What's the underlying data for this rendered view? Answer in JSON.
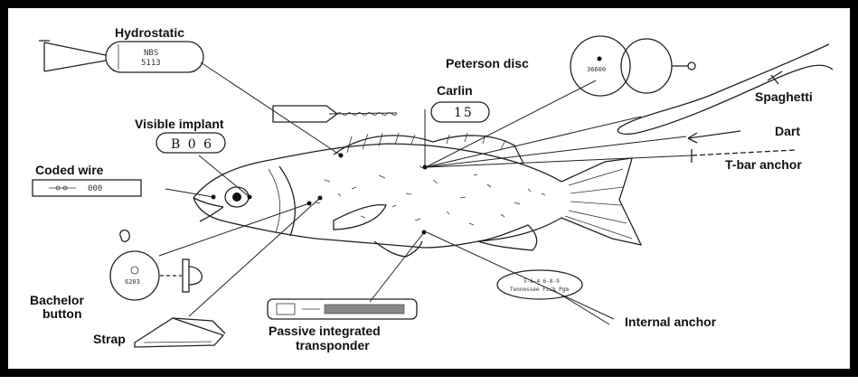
{
  "labels": {
    "hydrostatic": "Hydrostatic",
    "peterson_disc": "Peterson disc",
    "carlin": "Carlin",
    "spaghetti": "Spaghetti",
    "visible_implant": "Visible implant",
    "dart": "Dart",
    "t_bar_anchor": "T-bar anchor",
    "coded_wire": "Coded wire",
    "bachelor_button_line1": "Bachelor",
    "bachelor_button_line2": "button",
    "passive_line1": "Passive integrated",
    "passive_line2": "transponder",
    "internal_anchor": "Internal anchor",
    "strap": "Strap"
  },
  "tag_text": {
    "hydro_line1": "NBS",
    "hydro_line2": "5113",
    "visible_implant_code": "B 0 6",
    "carlin_code": "15",
    "coded_wire_code": "000"
  }
}
